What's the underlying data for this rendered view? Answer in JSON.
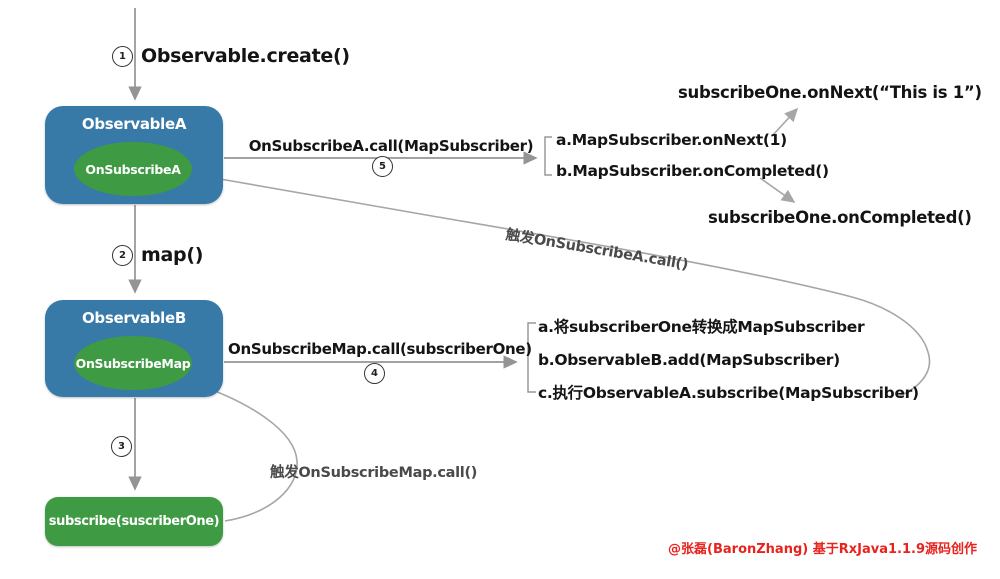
{
  "colors": {
    "box_blue": "#3779a7",
    "node_green": "#3e9b44",
    "line_gray": "#949494",
    "curve_gray": "#a6a6a6",
    "text_black": "#141414",
    "credit_red": "#e8231d"
  },
  "steps": {
    "s1": {
      "num": "1",
      "label": "Observable.create()"
    },
    "s2": {
      "num": "2",
      "label": "map()"
    },
    "s3": {
      "num": "3"
    },
    "s4": {
      "num": "4",
      "label": "OnSubscribeMap.call(subscriberOne)"
    },
    "s5": {
      "num": "5",
      "label": "OnSubscribeA.call(MapSubscriber)"
    }
  },
  "nodes": {
    "observableA": {
      "title": "ObservableA",
      "inner": "OnSubscribeA"
    },
    "observableB": {
      "title": "ObservableB",
      "inner": "OnSubscribeMap"
    },
    "subscribe": {
      "label": "subscribe(suscriberOne)"
    }
  },
  "callouts": {
    "groupA": {
      "a": "a.MapSubscriber.onNext(1)",
      "b": "b.MapSubscriber.onCompleted()"
    },
    "groupB": {
      "a": "a.将subscriberOne转换成MapSubscriber",
      "b": "b.ObservableB.add(MapSubscriber)",
      "c": "c.执行ObservableA.subscribe(MapSubscriber)"
    },
    "on_next": "subscribeOne.onNext(“This is 1”)",
    "on_completed": "subscribeOne.onCompleted()"
  },
  "annotations": {
    "trigger_a": "触发OnSubscribeA.call()",
    "trigger_map": "触发OnSubscribeMap.call()"
  },
  "credit": "@张磊(BaronZhang)  基于RxJava1.1.9源码创作"
}
